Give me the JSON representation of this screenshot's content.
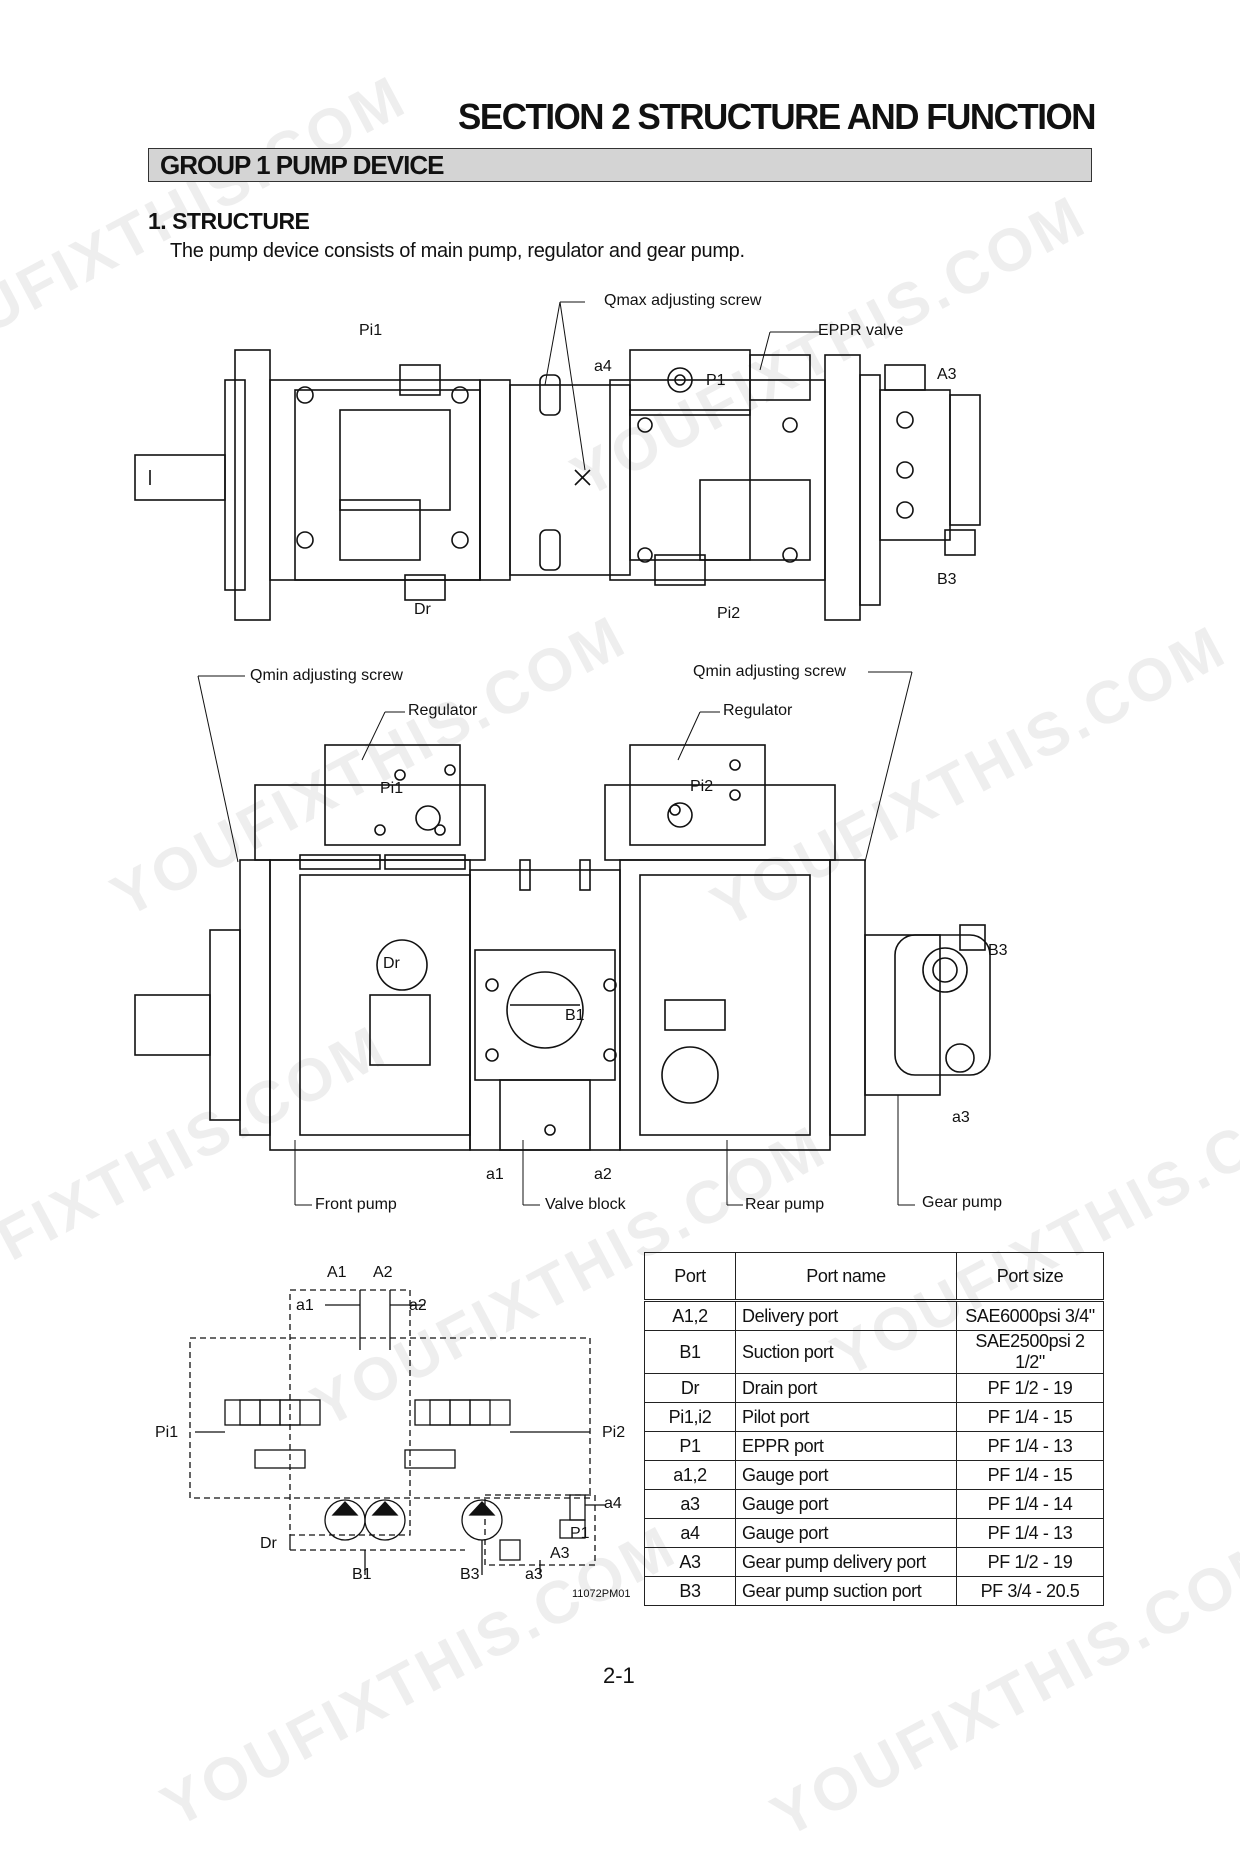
{
  "header": {
    "section_title": "SECTION 2 STRUCTURE AND FUNCTION",
    "group_title": "GROUP 1 PUMP DEVICE"
  },
  "structure": {
    "heading": "1. STRUCTURE",
    "intro": "The pump device consists of main pump, regulator and gear pump."
  },
  "top_view_labels": {
    "qmax": "Qmax adjusting screw",
    "eppr": "EPPR valve",
    "pi1": "Pi1",
    "a4": "a4",
    "p1": "P1",
    "a3": "A3",
    "b3": "B3",
    "dr": "Dr",
    "pi2": "Pi2"
  },
  "side_view_labels": {
    "qmin_left": "Qmin adjusting screw",
    "qmin_right": "Qmin adjusting screw",
    "regulator_left": "Regulator",
    "regulator_right": "Regulator",
    "pi1": "Pi1",
    "pi2": "Pi2",
    "dr": "Dr",
    "b1": "B1",
    "b3": "B3",
    "a3": "a3",
    "a1": "a1",
    "a2": "a2",
    "front_pump": "Front pump",
    "valve_block": "Valve block",
    "rear_pump": "Rear pump",
    "gear_pump": "Gear pump"
  },
  "schematic_labels": {
    "a1_upper": "A1",
    "a2_upper": "A2",
    "a1": "a1",
    "a2": "a2",
    "pi1": "Pi1",
    "pi2": "Pi2",
    "a4": "a4",
    "p1": "P1",
    "dr": "Dr",
    "a3_upper": "A3",
    "b1": "B1",
    "b3": "B3",
    "a3": "a3",
    "code": "11072PM01"
  },
  "port_table": {
    "headers": [
      "Port",
      "Port name",
      "Port size"
    ],
    "rows": [
      [
        "A1,2",
        "Delivery port",
        "SAE6000psi 3/4\""
      ],
      [
        "B1",
        "Suction port",
        "SAE2500psi 2 1/2\""
      ],
      [
        "Dr",
        "Drain port",
        "PF 1/2 - 19"
      ],
      [
        "Pi1,i2",
        "Pilot port",
        "PF 1/4 - 15"
      ],
      [
        "P1",
        "EPPR port",
        "PF 1/4 - 13"
      ],
      [
        "a1,2",
        "Gauge port",
        "PF 1/4 - 15"
      ],
      [
        "a3",
        "Gauge port",
        "PF 1/4 - 14"
      ],
      [
        "a4",
        "Gauge port",
        "PF 1/4 - 13"
      ],
      [
        "A3",
        "Gear pump delivery port",
        "PF 1/2 - 19"
      ],
      [
        "B3",
        "Gear pump suction port",
        "PF 3/4 - 20.5"
      ]
    ]
  },
  "footer": {
    "page_number": "2-1"
  },
  "watermark": {
    "text": "YOUFIXTHIS.COM"
  }
}
